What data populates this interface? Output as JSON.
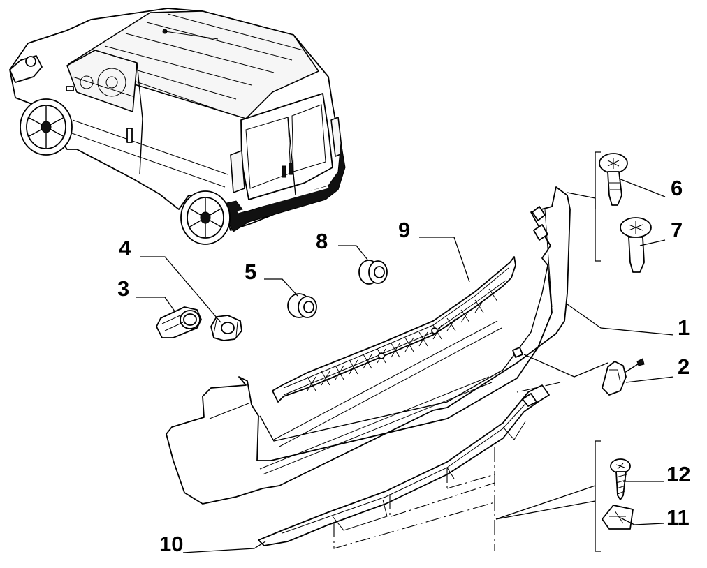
{
  "callouts": [
    {
      "id": "label-1",
      "text": "1"
    },
    {
      "id": "label-2",
      "text": "2"
    },
    {
      "id": "label-3",
      "text": "3"
    },
    {
      "id": "label-4",
      "text": "4"
    },
    {
      "id": "label-5",
      "text": "5"
    },
    {
      "id": "label-6",
      "text": "6"
    },
    {
      "id": "label-7",
      "text": "7"
    },
    {
      "id": "label-8",
      "text": "8"
    },
    {
      "id": "label-9",
      "text": "9"
    },
    {
      "id": "label-10",
      "text": "10"
    },
    {
      "id": "label-11",
      "text": "11"
    },
    {
      "id": "label-12",
      "text": "12"
    }
  ]
}
